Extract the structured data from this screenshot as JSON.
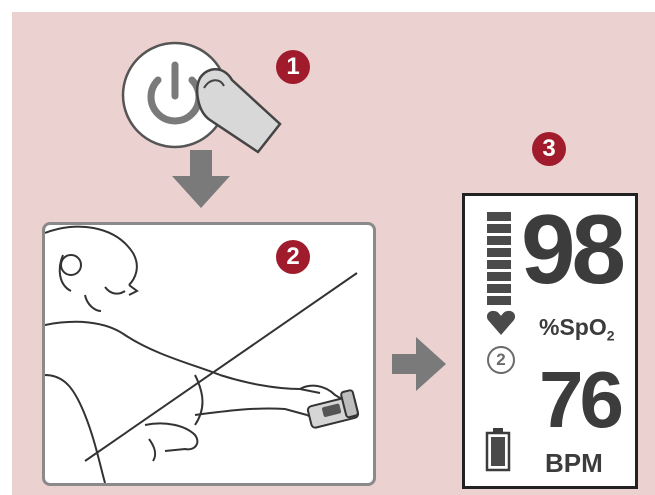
{
  "steps": {
    "one": "1",
    "two": "2",
    "three": "3"
  },
  "monitor": {
    "spo2_value": "98",
    "spo2_unit": "%SpO",
    "spo2_subscript": "2",
    "pulse_value": "76",
    "pulse_unit": "BPM",
    "mode_indicator": "2",
    "signal_bar_count": 8
  },
  "colors": {
    "background": "#ecd1d1",
    "badge": "#a01c2c",
    "arrow": "#7a7a7a",
    "display_text": "#3c3c3c"
  },
  "icons": [
    "power-icon",
    "finger-press-icon",
    "arrow-down-icon",
    "arrow-right-icon",
    "heart-icon",
    "battery-icon",
    "pulse-oximeter-icon"
  ]
}
